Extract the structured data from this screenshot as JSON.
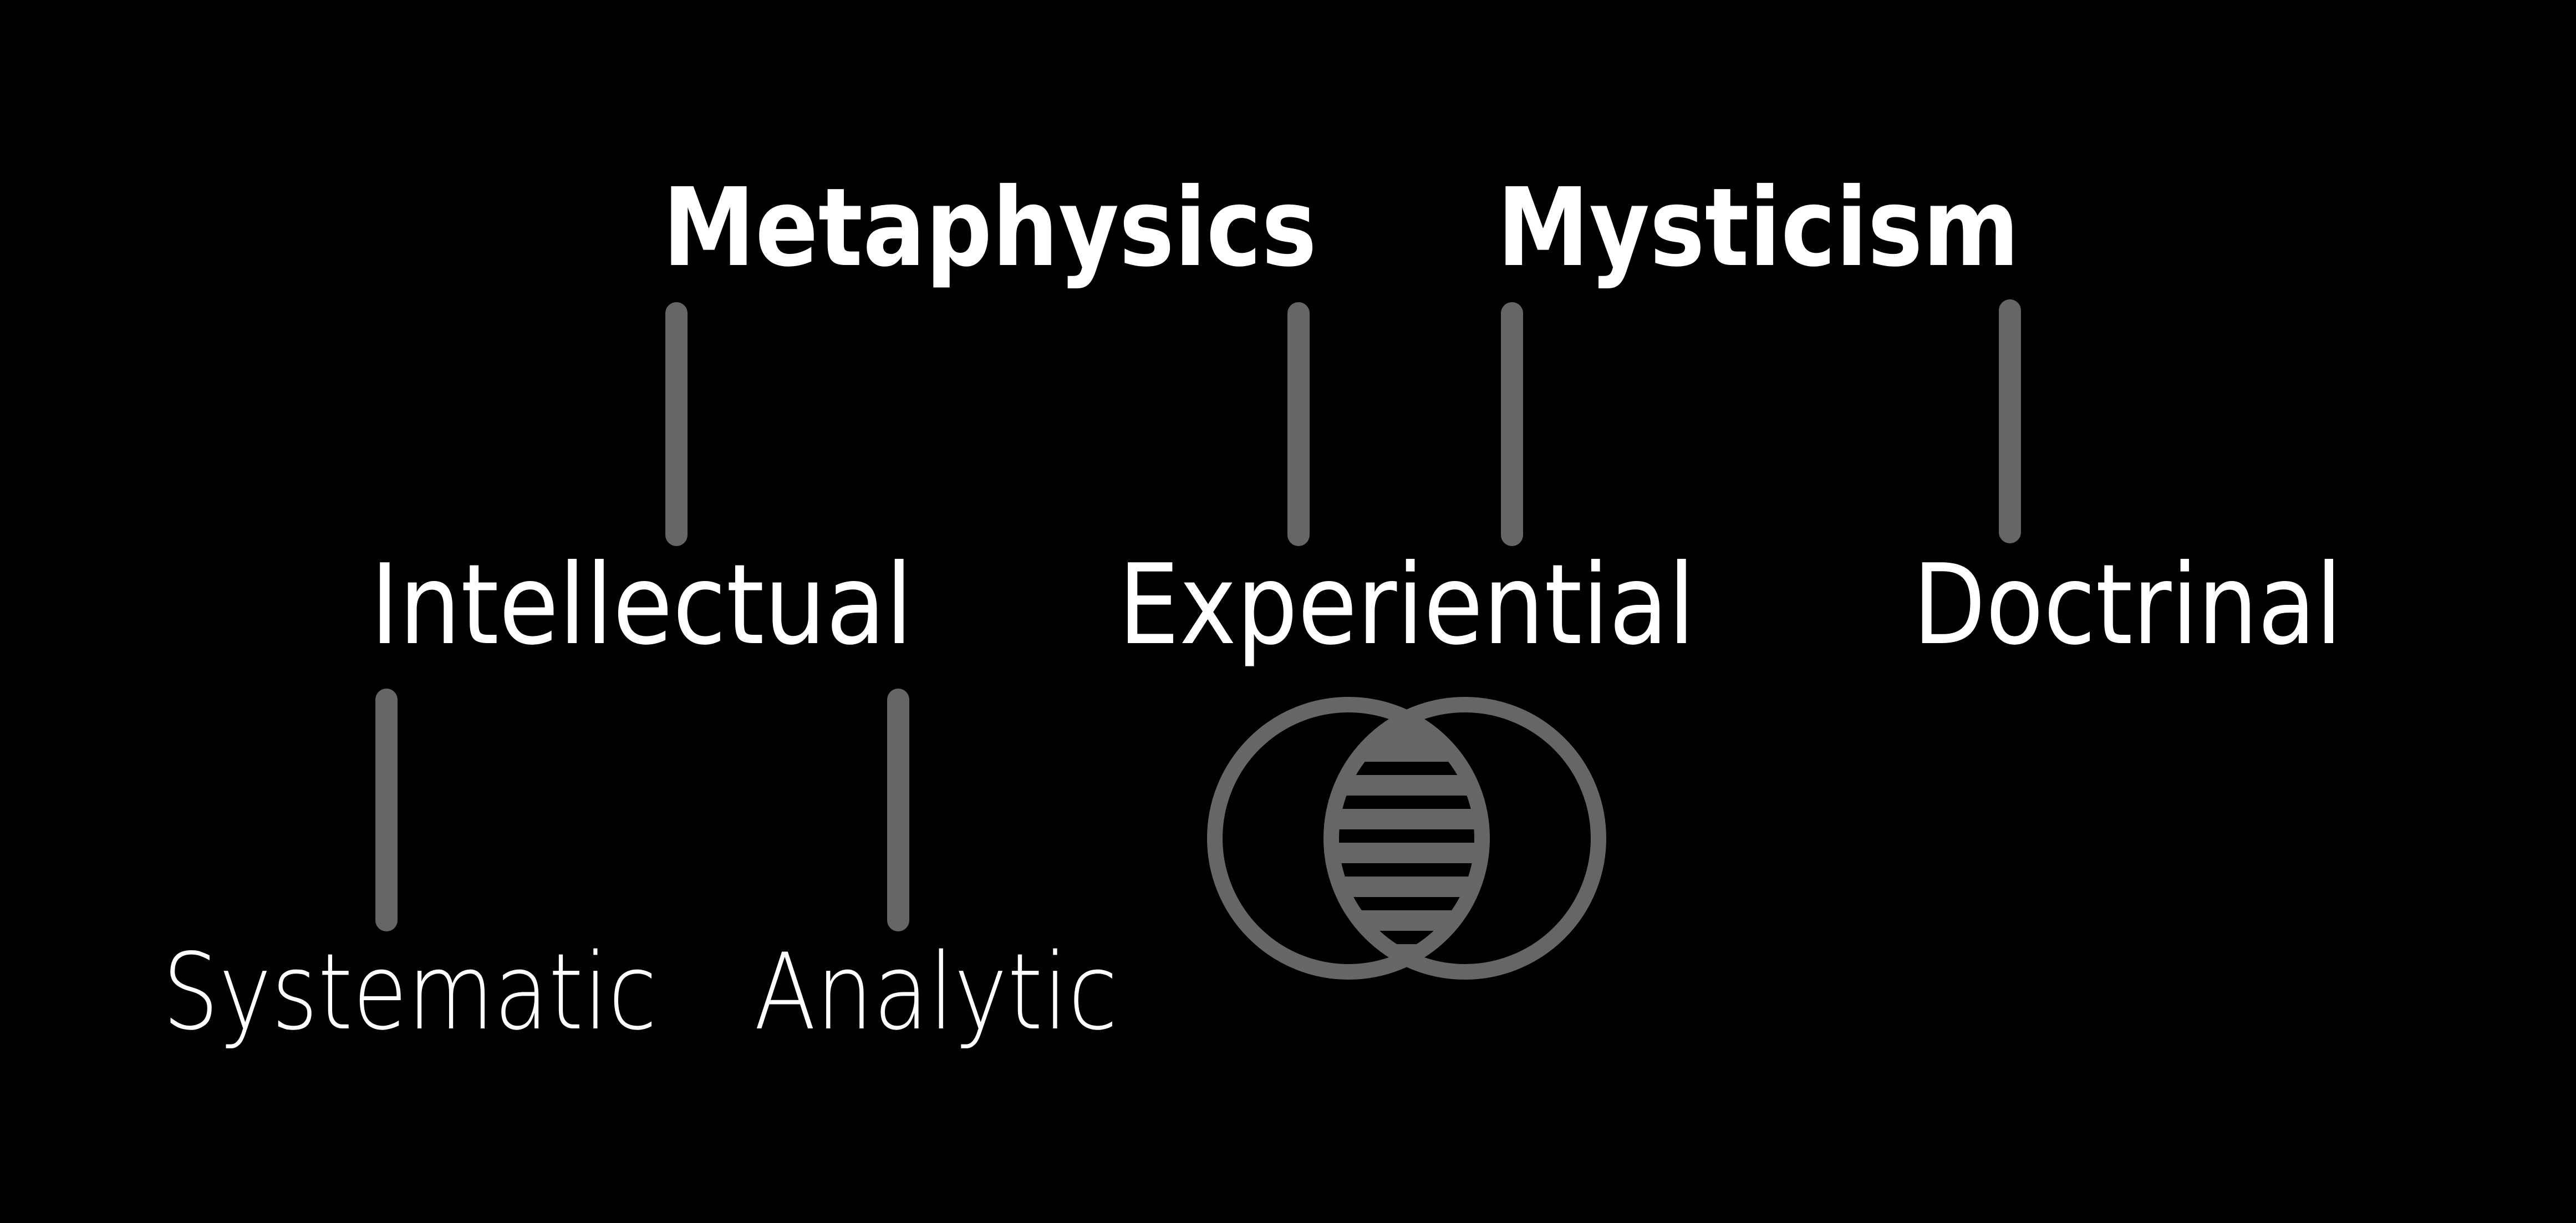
{
  "diagram": {
    "colors": {
      "background": "#000000",
      "text": "#ffffff",
      "connector": "#666666"
    },
    "labels": {
      "metaphysics": "Metaphysics",
      "mysticism": "Mysticism",
      "intellectual": "Intellectual",
      "experiential": "Experiential",
      "doctrinal": "Doctrinal",
      "systematic": "Systematic",
      "analytic": "Analytic"
    },
    "icons": {
      "venn": "venn-overlap-icon"
    }
  }
}
